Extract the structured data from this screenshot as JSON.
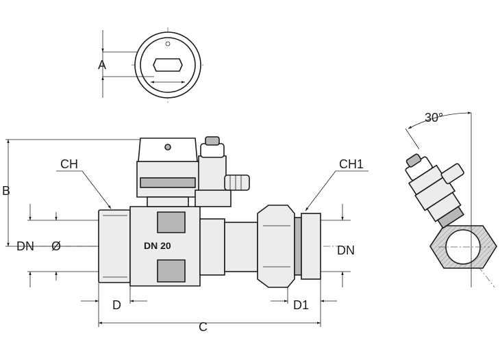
{
  "labels": {
    "a": "A",
    "b": "B",
    "ch": "CH",
    "ch1": "CH1",
    "dn_left": "DN",
    "dia": "Ø",
    "dn_right": "DN",
    "dn20": "DN 20",
    "d": "D",
    "d1": "D1",
    "c": "C",
    "angle": "30°"
  }
}
